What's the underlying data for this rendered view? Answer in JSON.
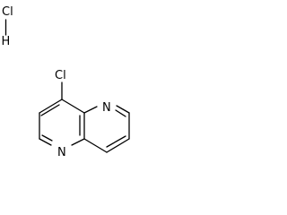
{
  "molecule": {
    "salt": {
      "cl": "Cl",
      "h": "H"
    },
    "substituent_cl": "Cl",
    "ring_n_upper": "N",
    "ring_n_lower": "N"
  }
}
